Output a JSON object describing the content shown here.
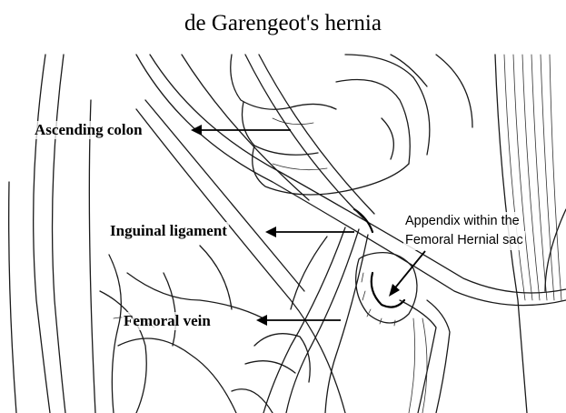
{
  "title": "de Garengeot's hernia",
  "labels": {
    "ascending_colon": "Ascending colon",
    "inguinal_ligament": "Inguinal ligament",
    "femoral_vein": "Femoral vein",
    "appendix_line1": "Appendix within the",
    "appendix_line2": "Femoral Hernial sac"
  }
}
